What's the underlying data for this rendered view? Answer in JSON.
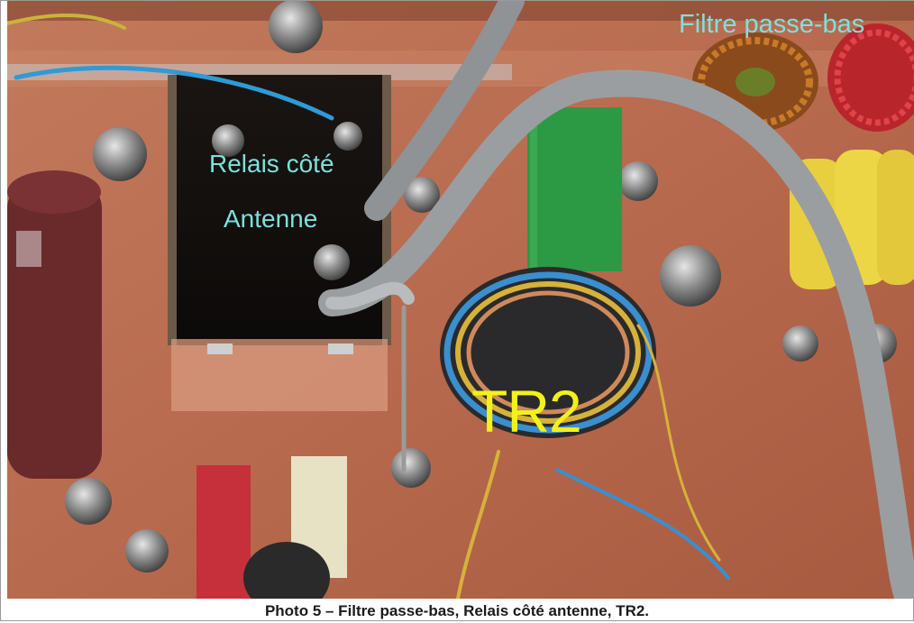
{
  "photo": {
    "labels": {
      "filtre": "Filtre passe-bas",
      "relais_line1": "Relais côté",
      "relais_line2": "Antenne",
      "tr2": "TR2"
    },
    "caption": "Photo 5 – Filtre passe-bas, Relais côté antenne, TR2."
  },
  "colors": {
    "label_cyan": "#7ee0dc",
    "label_yellow": "#f2f21a",
    "copper": "#c47a5a"
  }
}
